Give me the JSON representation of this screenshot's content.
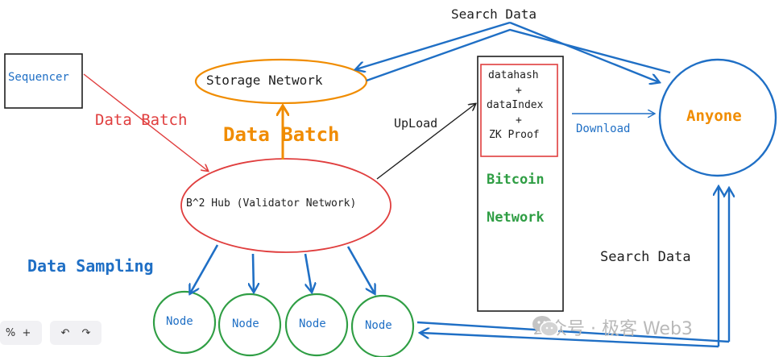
{
  "nodes": {
    "sequencer": "Sequencer",
    "storage_network": "Storage Network",
    "hub": "B^2 Hub (Validator Network)",
    "anyone": "Anyone",
    "proof_lines": [
      "datahash",
      "+",
      "dataIndex",
      "+",
      "ZK Proof"
    ],
    "bitcoin": "Bitcoin",
    "network": "Network",
    "node_labels": [
      "Node",
      "Node",
      "Node",
      "Node"
    ]
  },
  "edges": {
    "data_batch_red": "Data Batch",
    "data_batch_orange": "Data Batch",
    "upload": "UpLoad",
    "download": "Download",
    "search_data_top": "Search Data",
    "search_data_right": "Search Data",
    "data_sampling": "Data Sampling"
  },
  "toolbar": {
    "zoom_suffix": "%",
    "zoom_in": "+",
    "undo": "↶",
    "redo": "↷"
  },
  "watermark": {
    "text": "公众号 · 极客 Web3"
  },
  "colors": {
    "red": "#e03e3e",
    "orange": "#f08c00",
    "blue": "#1f6fc5",
    "green": "#2f9e44",
    "black": "#1e1e1e"
  }
}
